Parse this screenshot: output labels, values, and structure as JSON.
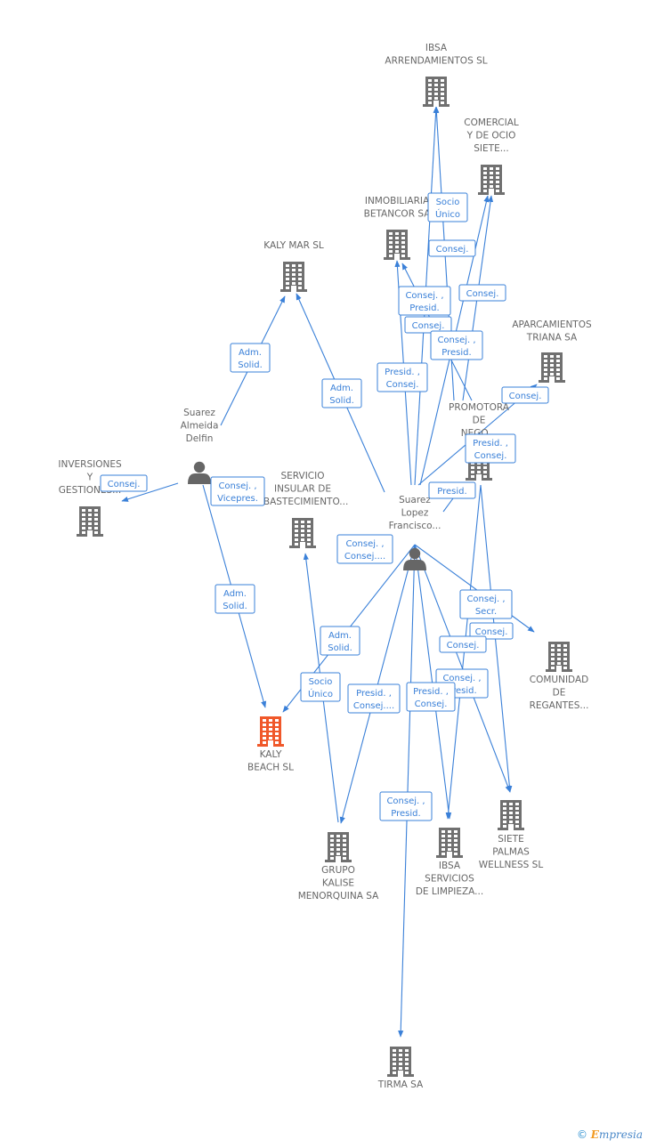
{
  "colors": {
    "edge": "#3a80d8",
    "building": "#707070",
    "building_highlight": "#f0582a",
    "person": "#666666",
    "label": "#666666"
  },
  "nodes": [
    {
      "id": "ibsa-arr",
      "type": "company",
      "lines": [
        "IBSA",
        "ARRENDAMIENTOS SL"
      ]
    },
    {
      "id": "comercial-ocio",
      "type": "company",
      "lines": [
        "COMERCIAL",
        "Y DE OCIO",
        "SIETE..."
      ]
    },
    {
      "id": "inmobiliaria-betancor",
      "type": "company",
      "lines": [
        "INMOBILIARIA",
        "BETANCOR SA"
      ]
    },
    {
      "id": "kaly-mar",
      "type": "company",
      "lines": [
        "KALY MAR SL"
      ]
    },
    {
      "id": "aparcamientos-triana",
      "type": "company",
      "lines": [
        "APARCAMIENTOS",
        "TRIANA SA"
      ]
    },
    {
      "id": "promotora",
      "type": "company",
      "lines": [
        "PROMOTORA",
        "DE",
        "NEGO..."
      ]
    },
    {
      "id": "suarez-almeida",
      "type": "person",
      "lines": [
        "Suarez",
        "Almeida",
        "Delfin"
      ]
    },
    {
      "id": "inversiones",
      "type": "company",
      "lines": [
        "INVERSIONES",
        "Y",
        "GESTIONES..."
      ]
    },
    {
      "id": "servicio-insular",
      "type": "company",
      "lines": [
        "SERVICIO",
        "INSULAR DE",
        "ABASTECIMIENTO..."
      ]
    },
    {
      "id": "suarez-lopez",
      "type": "person",
      "lines": [
        "Suarez",
        "Lopez",
        "Francisco..."
      ]
    },
    {
      "id": "comunidad-regantes",
      "type": "company",
      "lines": [
        "COMUNIDAD",
        "DE",
        "REGANTES..."
      ]
    },
    {
      "id": "kaly-beach",
      "type": "company",
      "highlight": true,
      "lines": [
        "KALY",
        "BEACH SL"
      ]
    },
    {
      "id": "grupo-kalise",
      "type": "company",
      "lines": [
        "GRUPO",
        "KALISE",
        "MENORQUINA SA"
      ]
    },
    {
      "id": "ibsa-servicios",
      "type": "company",
      "lines": [
        "IBSA",
        "SERVICIOS",
        "DE LIMPIEZA..."
      ]
    },
    {
      "id": "siete-palmas",
      "type": "company",
      "lines": [
        "SIETE",
        "PALMAS",
        "WELLNESS SL"
      ]
    },
    {
      "id": "tirma",
      "type": "company",
      "lines": [
        "TIRMA SA"
      ]
    }
  ],
  "edge_labels": [
    {
      "lines": [
        "Socio",
        "Único"
      ]
    },
    {
      "lines": [
        "Consej."
      ]
    },
    {
      "lines": [
        "Consej. ,",
        "Presid."
      ]
    },
    {
      "lines": [
        "Consej."
      ]
    },
    {
      "lines": [
        "Consej. ,",
        "Presid."
      ]
    },
    {
      "lines": [
        "Consej."
      ]
    },
    {
      "lines": [
        "Adm.",
        "Solid."
      ]
    },
    {
      "lines": [
        "Presid. ,",
        "Consej."
      ]
    },
    {
      "lines": [
        "Adm.",
        "Solid."
      ]
    },
    {
      "lines": [
        "Consej."
      ]
    },
    {
      "lines": [
        "Presid. ,",
        "Consej."
      ]
    },
    {
      "lines": [
        "Consej."
      ]
    },
    {
      "lines": [
        "Consej. ,",
        "Vicepres."
      ]
    },
    {
      "lines": [
        "Presid."
      ]
    },
    {
      "lines": [
        "Consej. ,",
        "Consej...."
      ]
    },
    {
      "lines": [
        "Adm.",
        "Solid."
      ]
    },
    {
      "lines": [
        "Consej. ,",
        "Secr."
      ]
    },
    {
      "lines": [
        "Consej."
      ]
    },
    {
      "lines": [
        "Adm.",
        "Solid."
      ]
    },
    {
      "lines": [
        "Consej."
      ]
    },
    {
      "lines": [
        "Socio",
        "Único"
      ]
    },
    {
      "lines": [
        "Consej. ,",
        "Presid."
      ]
    },
    {
      "lines": [
        "Presid. ,",
        "Consej...."
      ]
    },
    {
      "lines": [
        "Presid. ,",
        "Consej."
      ]
    },
    {
      "lines": [
        "Consej. ,",
        "Presid."
      ]
    }
  ],
  "footer": {
    "copyright_symbol": "©",
    "brand_first": "E",
    "brand_rest": "mpresia"
  }
}
